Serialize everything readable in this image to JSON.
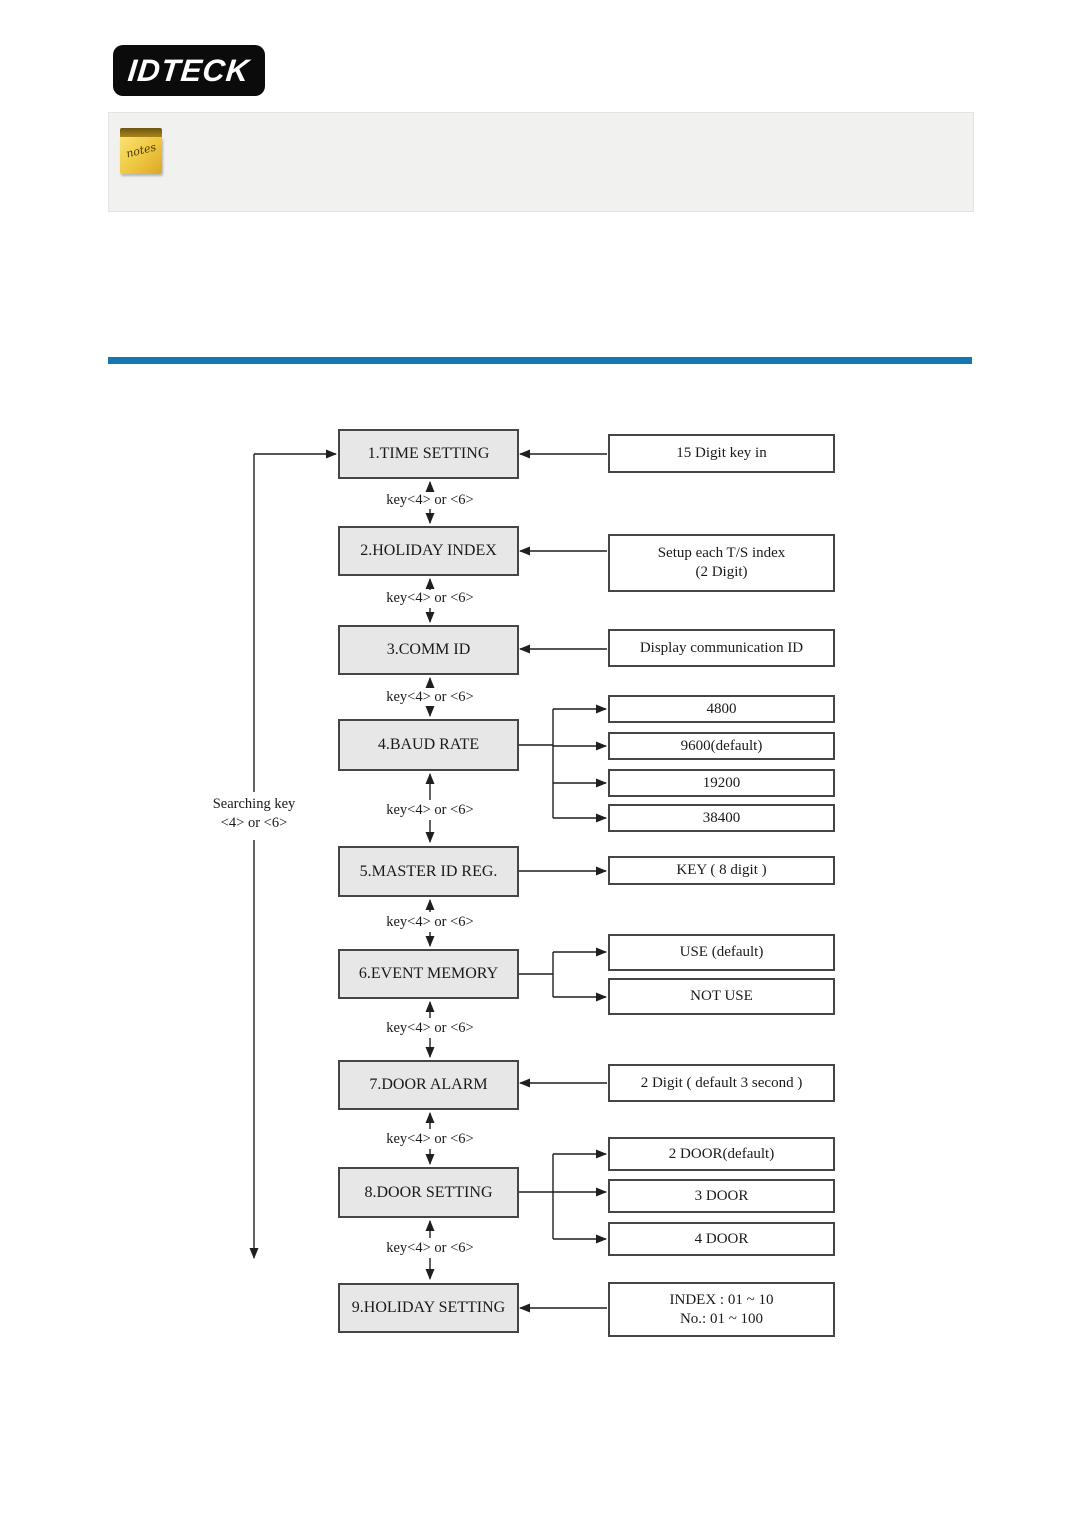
{
  "header": {
    "logo_text": "IDTECK"
  },
  "note": {
    "icon_text": "notes"
  },
  "colors": {
    "divider_blue": "#1478b0",
    "step_box_fill": "#e7e7e7"
  },
  "flowchart": {
    "searching_key": {
      "line1": "Searching key",
      "line2": "<4> or <6>"
    },
    "key_nav_label": "key<4> or <6>",
    "steps": [
      {
        "label": "1.TIME SETTING",
        "options": [
          {
            "lines": [
              "15 Digit key in"
            ]
          }
        ]
      },
      {
        "label": "2.HOLIDAY INDEX",
        "options": [
          {
            "lines": [
              "Setup each T/S index",
              "(2 Digit)"
            ]
          }
        ]
      },
      {
        "label": "3.COMM ID",
        "options": [
          {
            "lines": [
              "Display communication ID"
            ]
          }
        ]
      },
      {
        "label": "4.BAUD RATE",
        "options": [
          {
            "lines": [
              "4800"
            ]
          },
          {
            "lines": [
              "9600(default)"
            ]
          },
          {
            "lines": [
              "19200"
            ]
          },
          {
            "lines": [
              "38400"
            ]
          }
        ]
      },
      {
        "label": "5.MASTER ID REG.",
        "options": [
          {
            "lines": [
              "KEY ( 8 digit )"
            ]
          }
        ]
      },
      {
        "label": "6.EVENT MEMORY",
        "options": [
          {
            "lines": [
              "USE (default)"
            ]
          },
          {
            "lines": [
              "NOT USE"
            ]
          }
        ]
      },
      {
        "label": "7.DOOR ALARM",
        "options": [
          {
            "lines": [
              "2 Digit ( default 3 second )"
            ]
          }
        ]
      },
      {
        "label": "8.DOOR SETTING",
        "options": [
          {
            "lines": [
              "2 DOOR(default)"
            ]
          },
          {
            "lines": [
              "3 DOOR"
            ]
          },
          {
            "lines": [
              "4 DOOR"
            ]
          }
        ]
      },
      {
        "label": "9.HOLIDAY SETTING",
        "options": [
          {
            "lines": [
              "INDEX : 01 ~ 10",
              "No.: 01 ~ 100"
            ]
          }
        ]
      }
    ]
  }
}
